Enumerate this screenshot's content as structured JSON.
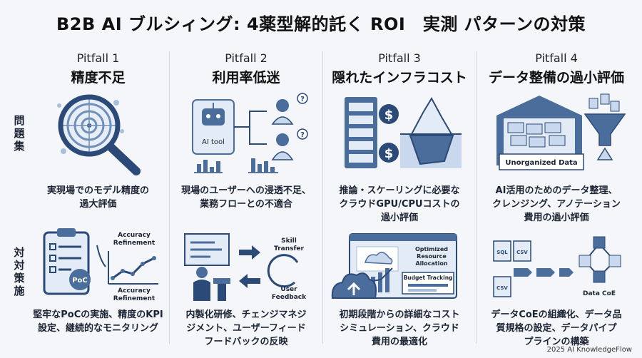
{
  "title": "B2B AI ブルシィング: 4薬型解的託く ROI　実測 パターンの対策",
  "row_labels": {
    "problem": [
      "問",
      "題",
      "集"
    ],
    "solution": [
      "対",
      "対",
      "策",
      "施"
    ]
  },
  "pitfalls": [
    {
      "label": "Pitfall 1",
      "heading": "精度不足",
      "problem": [
        "実現場でのモデル精度の",
        "過大評価"
      ],
      "illus_problem": [
        "target-icon",
        "magnifier-icon"
      ],
      "illus_solution_labels": {
        "poc": "PoC",
        "top": [
          "Accuracy",
          "Refinement"
        ],
        "bottom": [
          "Accuracy",
          "Refinement"
        ]
      },
      "solution": [
        "堅牢なPoCの実施、精度のKPI",
        "設定、継続的なモニタリング"
      ]
    },
    {
      "label": "Pitfall 2",
      "heading": "利用率低迷",
      "problem": [
        "現場のユーザーへの浸透不足、",
        "業務フローとの不適合"
      ],
      "illus_problem_labels": {
        "tool": "AI tool",
        "q": "?"
      },
      "illus_solution_labels": {
        "skill": [
          "Skill",
          "Transfer"
        ],
        "feedback": [
          "User",
          "Feedback"
        ]
      },
      "solution": [
        "内製化研修、チェンジマネジ",
        "ジメント、ユーザーフィード",
        "フードバックの反映"
      ]
    },
    {
      "label": "Pitfall 3",
      "heading": "隠れたインフラコスト",
      "problem": [
        "推論・スケーリングに必要な",
        "クラウドGPU/CPUコストの",
        "過小評価"
      ],
      "illus_problem_labels": {
        "dollar": "$"
      },
      "illus_solution_labels": {
        "opt": [
          "Optimized",
          "Resource",
          "Allocation"
        ],
        "budget": "Budget Tracking"
      },
      "solution": [
        "初期段階からの詳細なコスト",
        "シミュレーション、クラウド",
        "費用の最適化"
      ]
    },
    {
      "label": "Pitfall 4",
      "heading": "データ整備の過小評価",
      "problem": [
        "AI活用のためのデータ整理、",
        "クレンジング、アノテーション",
        "費用の過小評価"
      ],
      "illus_problem_labels": {
        "store": "Unorganized Data"
      },
      "illus_solution_labels": {
        "sql": "SQL",
        "csv1": "CSV",
        "csv2": "CSV",
        "coe": "Data CoE"
      },
      "solution": [
        "データCoEの組織化、データ品",
        "質規格の設定、データパイプ",
        "プラインの構築"
      ]
    }
  ],
  "footer": "2025 AI KnowledgeFlow",
  "colors": {
    "accent": "#4a6d9c",
    "dark": "#2b4a78",
    "light": "#c9d8ec",
    "lighter": "#e3ebf6"
  }
}
